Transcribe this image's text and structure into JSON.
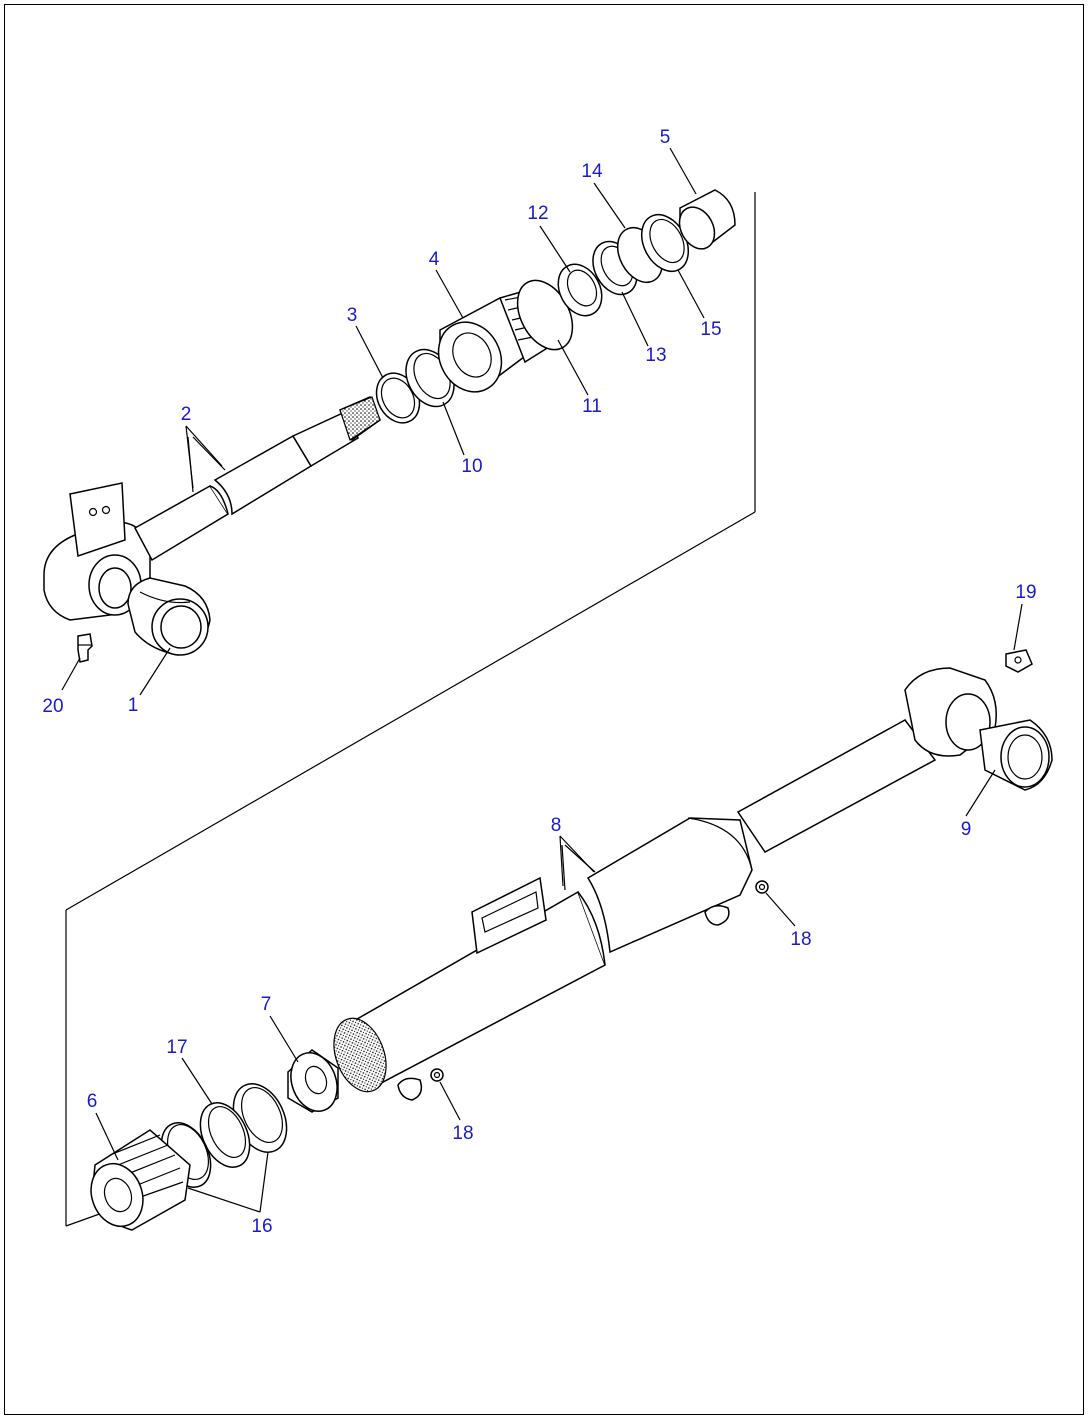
{
  "title": "",
  "callouts": [
    {
      "id": "1",
      "label": "1"
    },
    {
      "id": "2",
      "label": "2"
    },
    {
      "id": "3",
      "label": "3"
    },
    {
      "id": "4",
      "label": "4"
    },
    {
      "id": "5",
      "label": "5"
    },
    {
      "id": "6",
      "label": "6"
    },
    {
      "id": "7",
      "label": "7"
    },
    {
      "id": "8",
      "label": "8"
    },
    {
      "id": "9",
      "label": "9"
    },
    {
      "id": "10",
      "label": "10"
    },
    {
      "id": "11",
      "label": "11"
    },
    {
      "id": "12",
      "label": "12"
    },
    {
      "id": "13",
      "label": "13"
    },
    {
      "id": "14",
      "label": "14"
    },
    {
      "id": "15",
      "label": "15"
    },
    {
      "id": "16",
      "label": "16"
    },
    {
      "id": "17",
      "label": "17"
    },
    {
      "id": "18a",
      "label": "18"
    },
    {
      "id": "18b",
      "label": "18"
    },
    {
      "id": "19",
      "label": "19"
    },
    {
      "id": "20",
      "label": "20"
    }
  ],
  "colors": {
    "callout": "#1a1acc",
    "line": "#000000",
    "background": "#ffffff"
  }
}
